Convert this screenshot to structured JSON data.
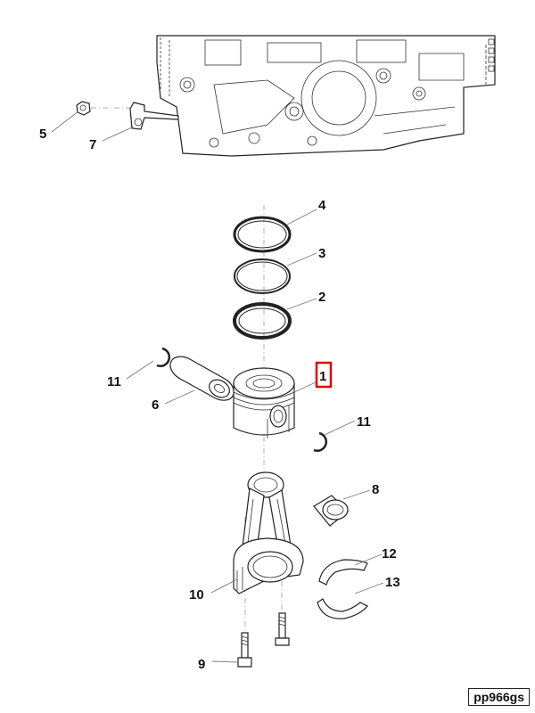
{
  "callouts": {
    "c1": "1",
    "c2": "2",
    "c3": "3",
    "c4": "4",
    "c5": "5",
    "c6": "6",
    "c7": "7",
    "c8": "8",
    "c9": "9",
    "c10": "10",
    "c11a": "11",
    "c11b": "11",
    "c12": "12",
    "c13": "13"
  },
  "highlight_color": "#e00000",
  "reference_code": "pp966gs"
}
